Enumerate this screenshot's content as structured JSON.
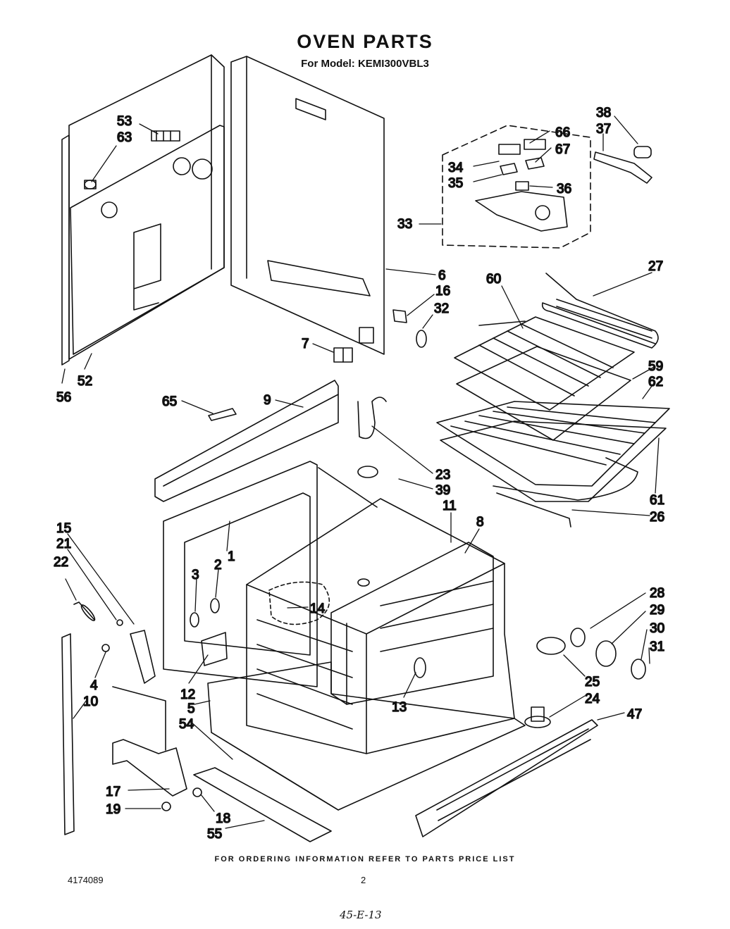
{
  "title": "OVEN PARTS",
  "subtitle": "For Model: KEMI300VBL3",
  "footer_note": "FOR ORDERING INFORMATION REFER TO PARTS PRICE LIST",
  "document_number": "4174089",
  "page_number": "2",
  "handwritten_note": "45-E-13",
  "callouts": [
    "53",
    "63",
    "52",
    "56",
    "6",
    "16",
    "32",
    "7",
    "9",
    "65",
    "23",
    "39",
    "11",
    "1",
    "8",
    "15",
    "21",
    "22",
    "3",
    "2",
    "14",
    "12",
    "4",
    "10",
    "5",
    "54",
    "13",
    "17",
    "19",
    "18",
    "55",
    "28",
    "29",
    "30",
    "31",
    "25",
    "24",
    "47",
    "38",
    "37",
    "66",
    "67",
    "34",
    "35",
    "36",
    "33",
    "27",
    "60",
    "59",
    "62",
    "61",
    "26"
  ]
}
